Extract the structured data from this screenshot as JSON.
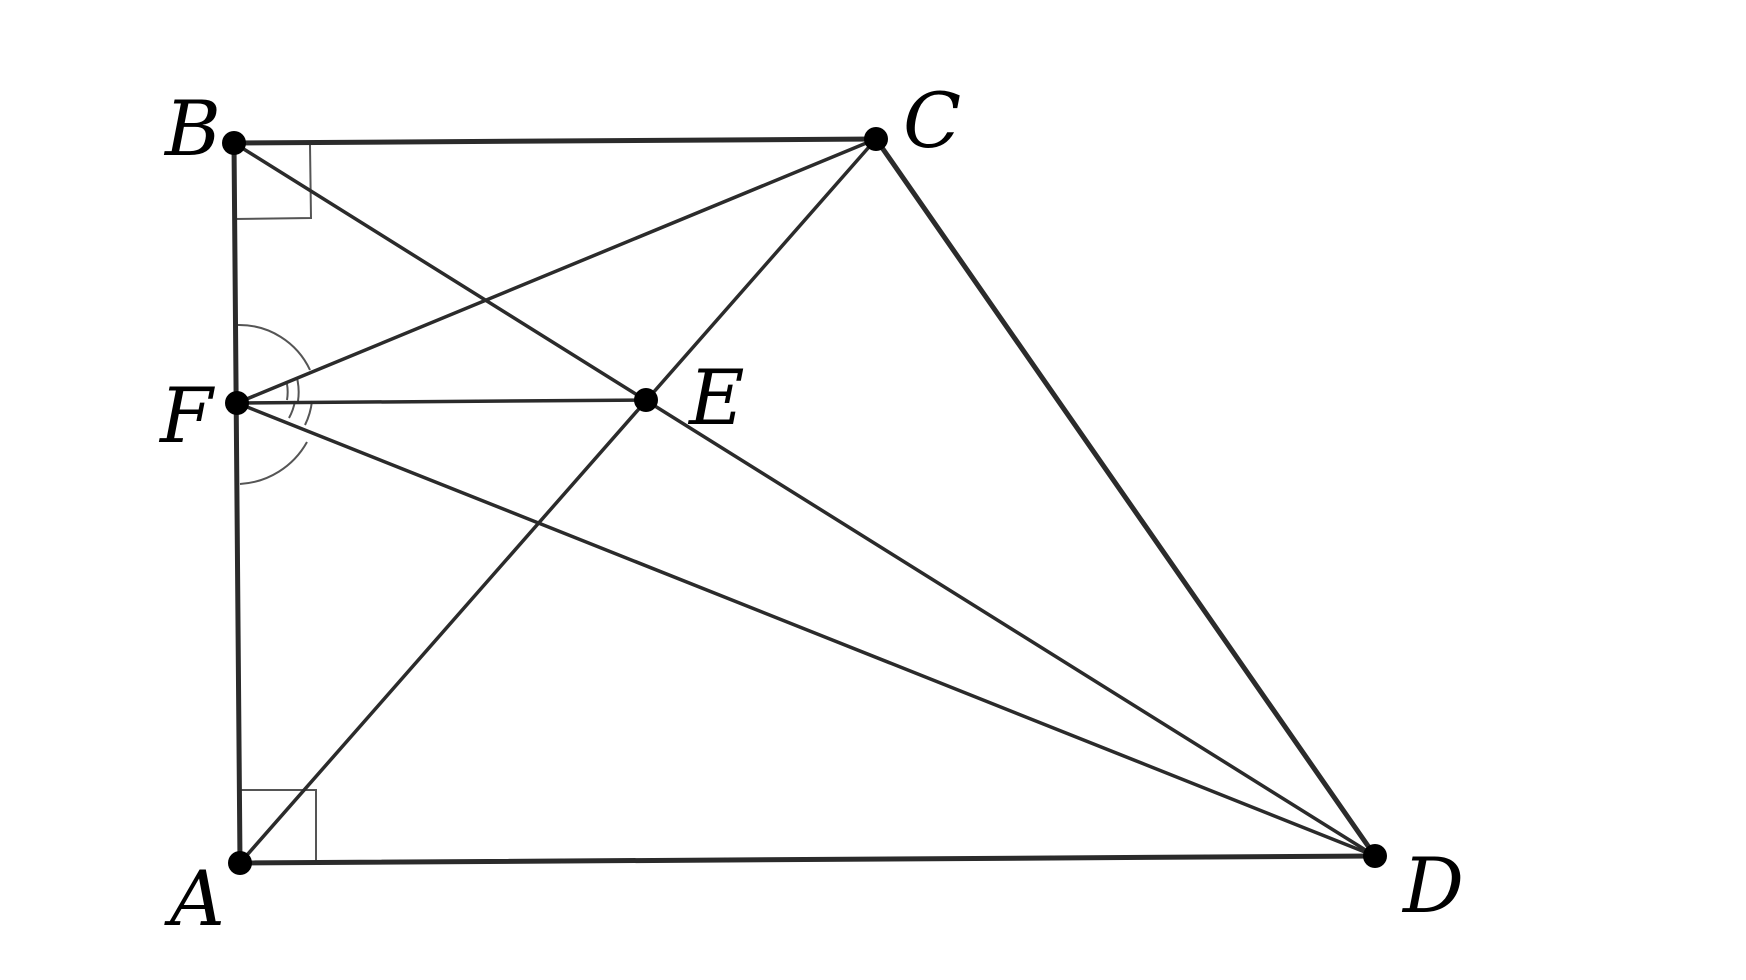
{
  "diagram": {
    "points": [
      {
        "id": "A",
        "label": "A"
      },
      {
        "id": "B",
        "label": "B"
      },
      {
        "id": "C",
        "label": "C"
      },
      {
        "id": "D",
        "label": "D"
      },
      {
        "id": "E",
        "label": "E"
      },
      {
        "id": "F",
        "label": "F"
      }
    ],
    "segments": [
      [
        "A",
        "B"
      ],
      [
        "B",
        "C"
      ],
      [
        "C",
        "D"
      ],
      [
        "A",
        "D"
      ],
      [
        "A",
        "C"
      ],
      [
        "B",
        "D"
      ],
      [
        "F",
        "C"
      ],
      [
        "F",
        "E"
      ],
      [
        "F",
        "D"
      ]
    ],
    "right_angles": [
      "A",
      "B"
    ],
    "angle_marks": [
      "BFC",
      "CFE",
      "EFD",
      "DFA"
    ]
  }
}
